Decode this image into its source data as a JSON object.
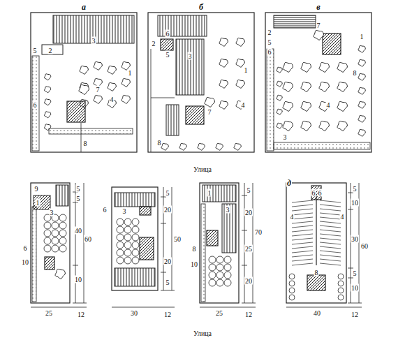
{
  "diagram": {
    "labels": [
      "а",
      "б",
      "в",
      "1",
      "2",
      "3",
      "4",
      "5",
      "6",
      "7",
      "8",
      "1",
      "2",
      "3",
      "4",
      "5",
      "6",
      "7",
      "8",
      "1",
      "2",
      "3",
      "4",
      "5",
      "6",
      "7",
      "8",
      "Улица",
      "9",
      "1",
      "6",
      "10",
      "3",
      "5",
      "5",
      "40",
      "60",
      "10",
      "25",
      "12",
      "6",
      "3",
      "5",
      "20",
      "50",
      "20",
      "5",
      "30",
      "12",
      "1",
      "3",
      "5",
      "70",
      "20",
      "25",
      "20",
      "8",
      "10",
      "25",
      "12",
      "д",
      "5",
      "10",
      "30",
      "60",
      "5",
      "10",
      "40",
      "12",
      "4",
      "4",
      "6",
      "6",
      "8",
      "Улица"
    ]
  }
}
